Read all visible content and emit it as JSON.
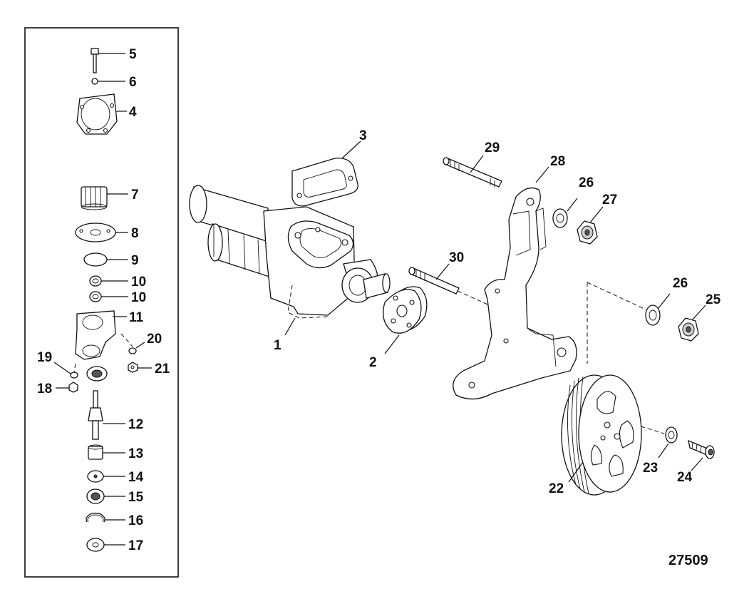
{
  "figure_id": "27509",
  "callouts": {
    "c1": "1",
    "c2": "2",
    "c3": "3",
    "c4": "4",
    "c5": "5",
    "c6": "6",
    "c7": "7",
    "c8": "8",
    "c9": "9",
    "c10a": "10",
    "c10b": "10",
    "c11": "11",
    "c12": "12",
    "c13": "13",
    "c14": "14",
    "c15": "15",
    "c16": "16",
    "c17": "17",
    "c18": "18",
    "c19": "19",
    "c20": "20",
    "c21": "21",
    "c22": "22",
    "c23": "23",
    "c24": "24",
    "c25": "25",
    "c26a": "26",
    "c26b": "26",
    "c27": "27",
    "c28": "28",
    "c29": "29",
    "c30": "30"
  }
}
